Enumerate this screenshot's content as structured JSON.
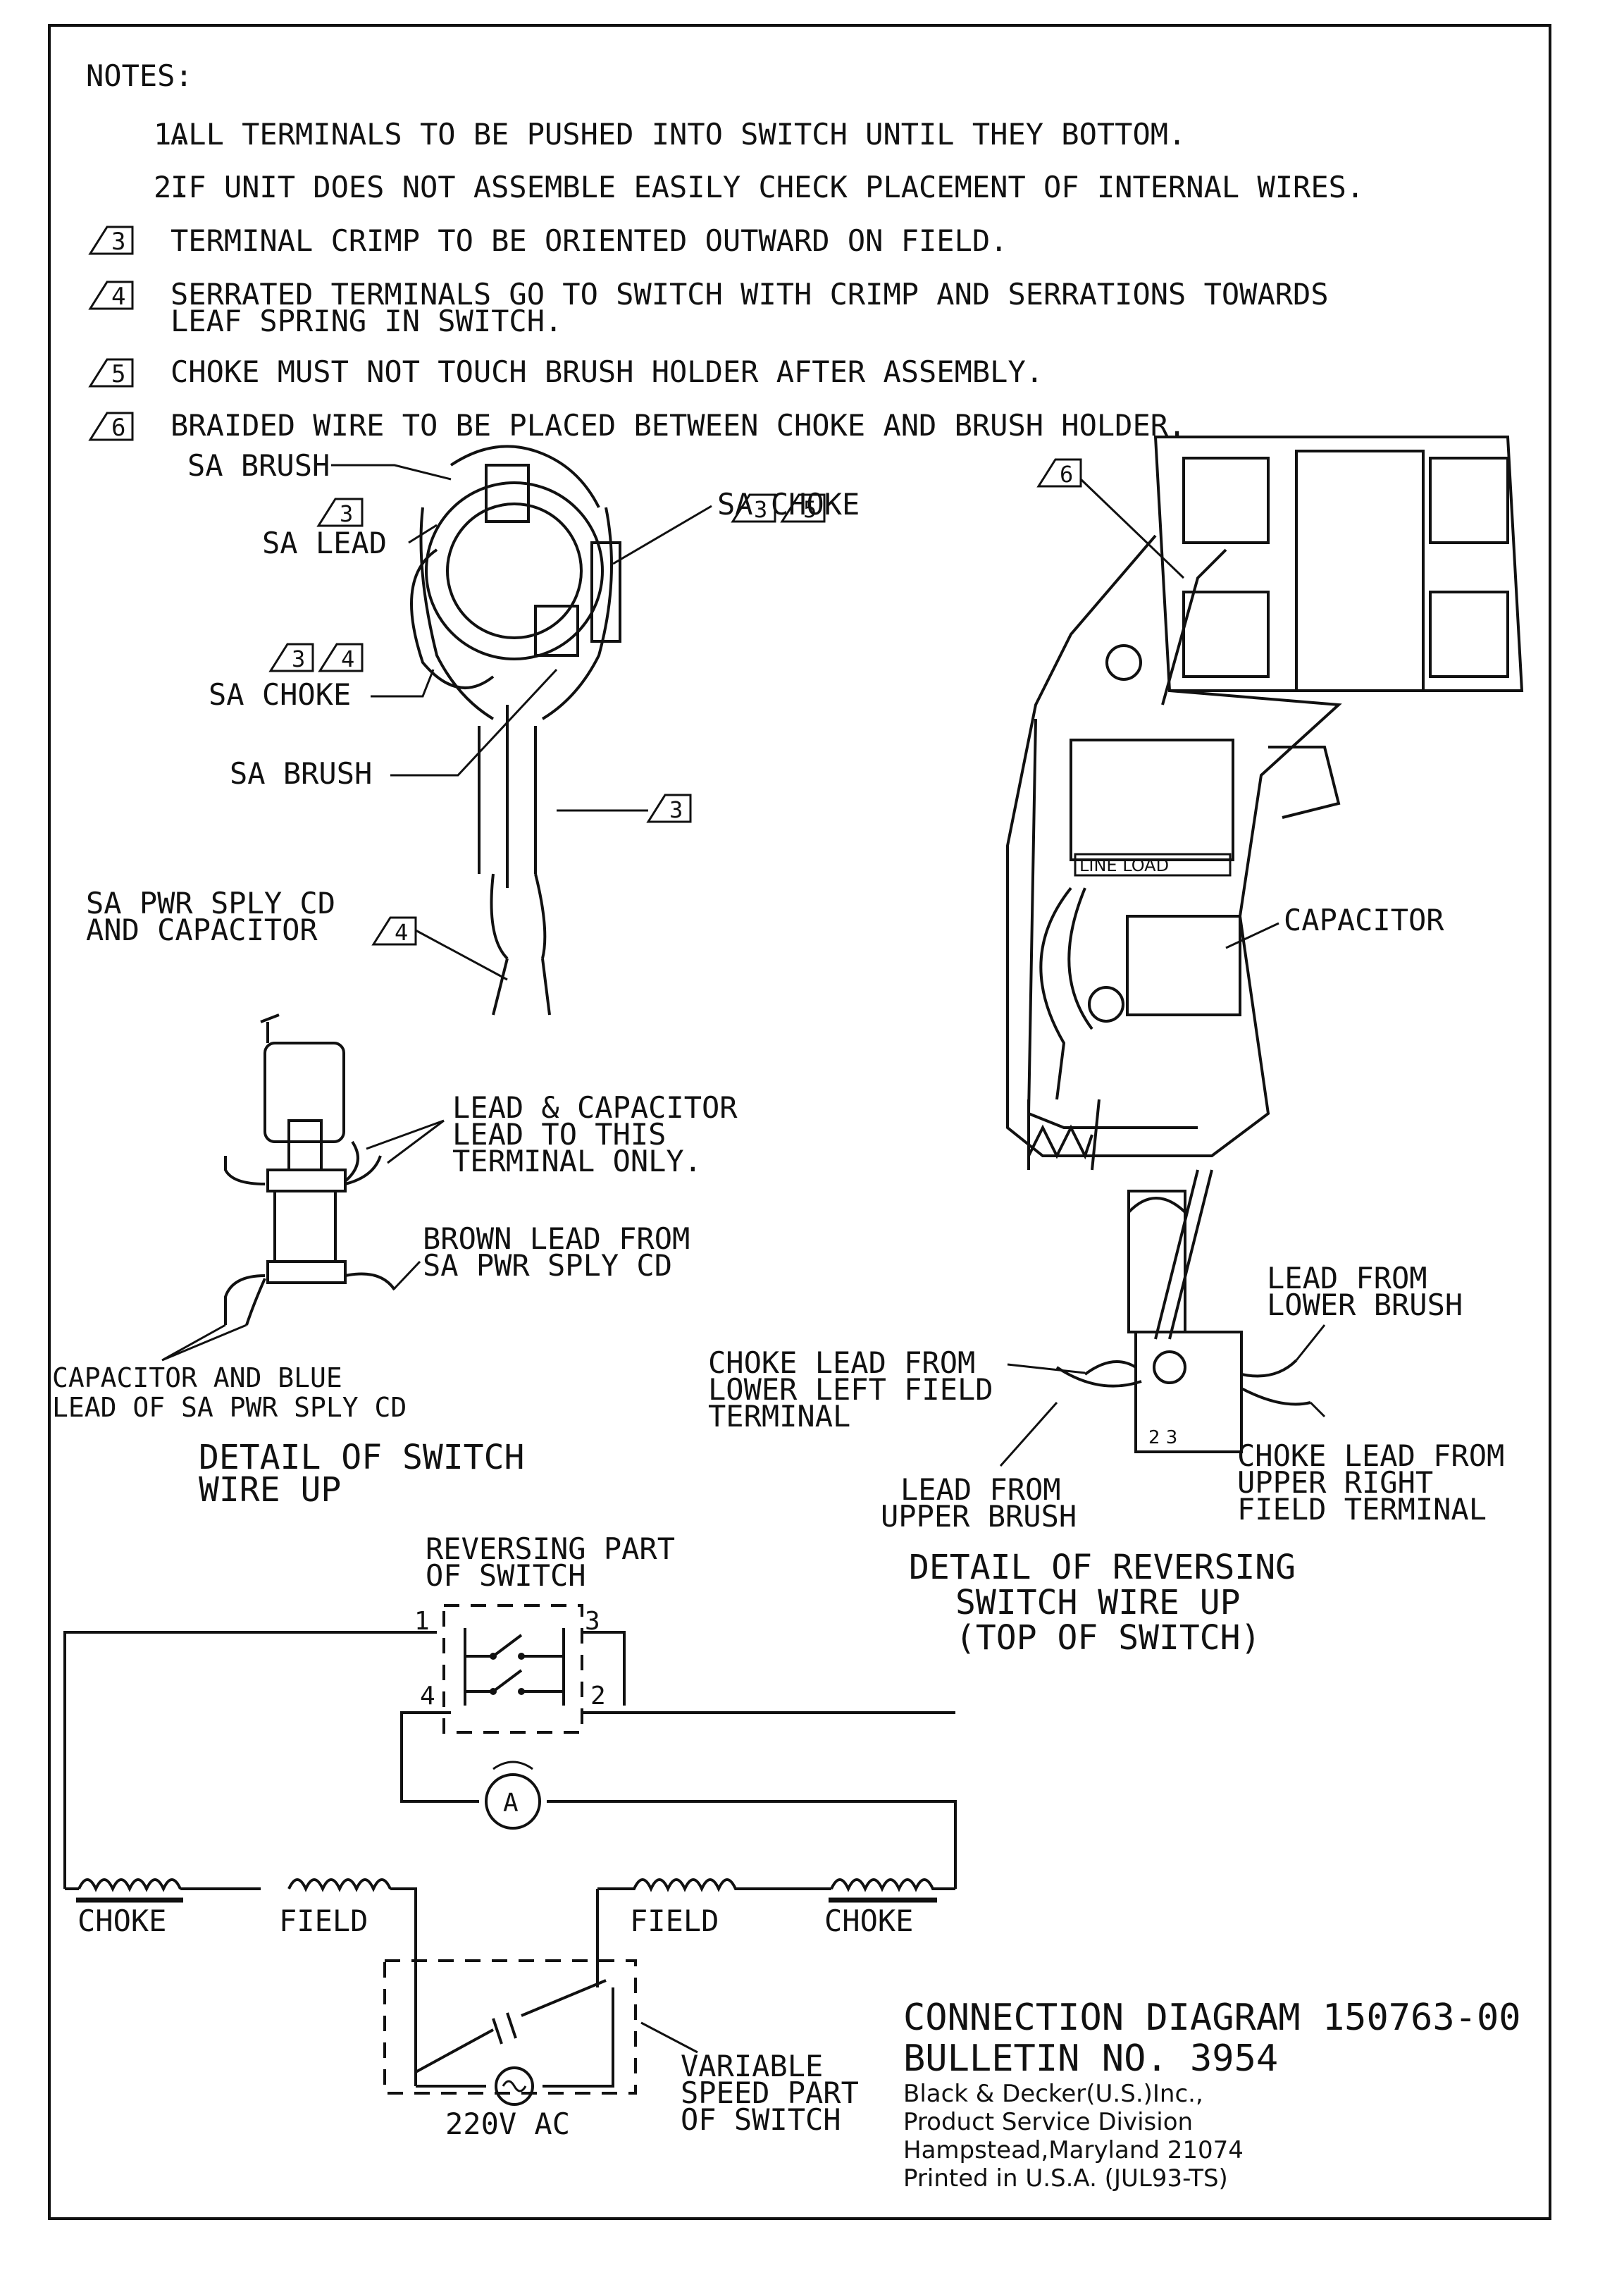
{
  "notes": {
    "heading": "NOTES:",
    "items": [
      {
        "marker": "1.",
        "text": "ALL TERMINALS TO BE PUSHED INTO SWITCH UNTIL THEY BOTTOM."
      },
      {
        "marker": "2.",
        "text": "IF UNIT DOES NOT ASSEMBLE EASILY CHECK PLACEMENT OF INTERNAL WIRES."
      },
      {
        "marker": "3",
        "text": "TERMINAL CRIMP TO BE ORIENTED OUTWARD ON FIELD."
      },
      {
        "marker": "4",
        "text": "SERRATED TERMINALS GO TO SWITCH WITH CRIMP AND SERRATIONS TOWARDS",
        "text2": "LEAF SPRING IN SWITCH."
      },
      {
        "marker": "5",
        "text": "CHOKE MUST NOT TOUCH BRUSH HOLDER AFTER ASSEMBLY."
      },
      {
        "marker": "6",
        "text": "BRAIDED WIRE TO BE PLACED BETWEEN CHOKE AND BRUSH HOLDER."
      }
    ]
  },
  "motor_view": {
    "sa_brush_top": "SA BRUSH",
    "sa_lead": "SA LEAD",
    "sa_choke_right": "SA CHOKE",
    "sa_choke_left": "SA CHOKE",
    "sa_brush_bottom": "SA BRUSH",
    "pwr_cord_line1": "SA PWR SPLY CD",
    "pwr_cord_line2": "AND CAPACITOR",
    "tags": {
      "t3": "3",
      "t4": "4",
      "t5": "5",
      "t6": "6"
    }
  },
  "housing_view": {
    "capacitor": "CAPACITOR",
    "line_load": "LINE LOAD"
  },
  "switch_detail": {
    "lead_cap_1": "LEAD & CAPACITOR",
    "lead_cap_2": "LEAD TO THIS",
    "lead_cap_3": "TERMINAL ONLY.",
    "brown_1": "BROWN LEAD FROM",
    "brown_2": "SA PWR SPLY CD",
    "cap_blue_1": "CAPACITOR AND BLUE",
    "cap_blue_2": "LEAD OF SA PWR SPLY CD",
    "title_1": "DETAIL OF SWITCH",
    "title_2": "WIRE UP"
  },
  "reversing_detail": {
    "lower_brush_1": "LEAD FROM",
    "lower_brush_2": "LOWER BRUSH",
    "choke_left_1": "CHOKE LEAD FROM",
    "choke_left_2": "LOWER LEFT FIELD",
    "choke_left_3": "TERMINAL",
    "choke_right_1": "CHOKE LEAD FROM",
    "choke_right_2": "UPPER RIGHT",
    "choke_right_3": "FIELD TERMINAL",
    "upper_brush_1": "LEAD FROM",
    "upper_brush_2": "UPPER BRUSH",
    "term_nums": "2 3",
    "title_1": "DETAIL OF REVERSING",
    "title_2": "SWITCH WIRE UP",
    "title_3": "(TOP OF SWITCH)"
  },
  "schematic": {
    "rev_1": "REVERSING PART",
    "rev_2": "OF SWITCH",
    "n1": "1",
    "n2": "2",
    "n3": "3",
    "n4": "4",
    "armature": "A",
    "choke_left": "CHOKE",
    "field_left": "FIELD",
    "field_right": "FIELD",
    "choke_right": "CHOKE",
    "source": "220V AC",
    "var_1": "VARIABLE",
    "var_2": "SPEED PART",
    "var_3": "OF SWITCH"
  },
  "title_block": {
    "line1": "CONNECTION DIAGRAM 150763-00",
    "line2": "BULLETIN NO. 3954",
    "line3": "Black & Decker(U.S.)Inc.,",
    "line4": "Product Service Division",
    "line5": "Hampstead,Maryland 21074",
    "line6": "Printed in U.S.A.  (JUL93-TS)"
  }
}
